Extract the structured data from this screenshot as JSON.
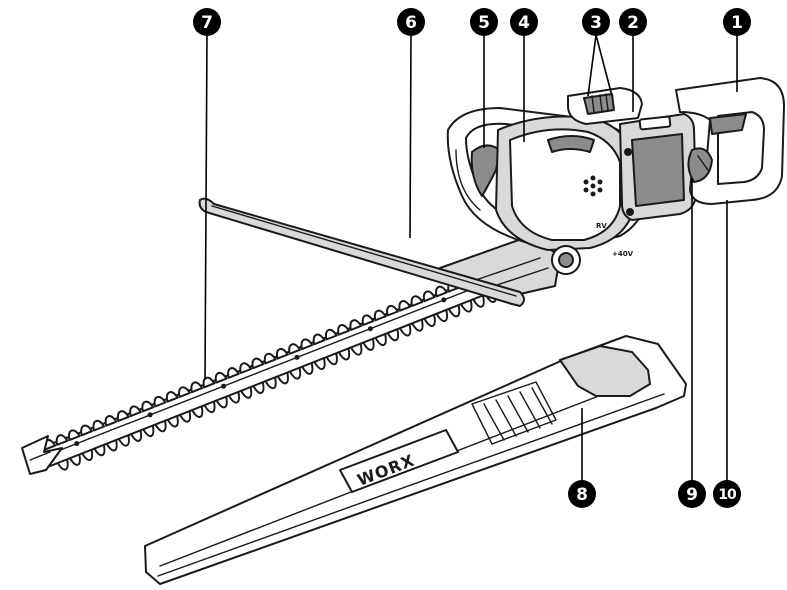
{
  "diagram": {
    "callouts": [
      {
        "id": "1"
      },
      {
        "id": "2"
      },
      {
        "id": "3"
      },
      {
        "id": "4"
      },
      {
        "id": "5"
      },
      {
        "id": "6"
      },
      {
        "id": "7"
      },
      {
        "id": "8"
      },
      {
        "id": "9"
      },
      {
        "id": "10"
      }
    ],
    "sheath_logo": "WORX",
    "voltage_mark": "+40V",
    "housing_mark": "RV"
  },
  "colors": {
    "outline": "#1a1a1a",
    "callout_fill": "#000000",
    "callout_text": "#ffffff",
    "shade_light": "#d9d9d9",
    "shade_dark": "#8c8c8c"
  }
}
